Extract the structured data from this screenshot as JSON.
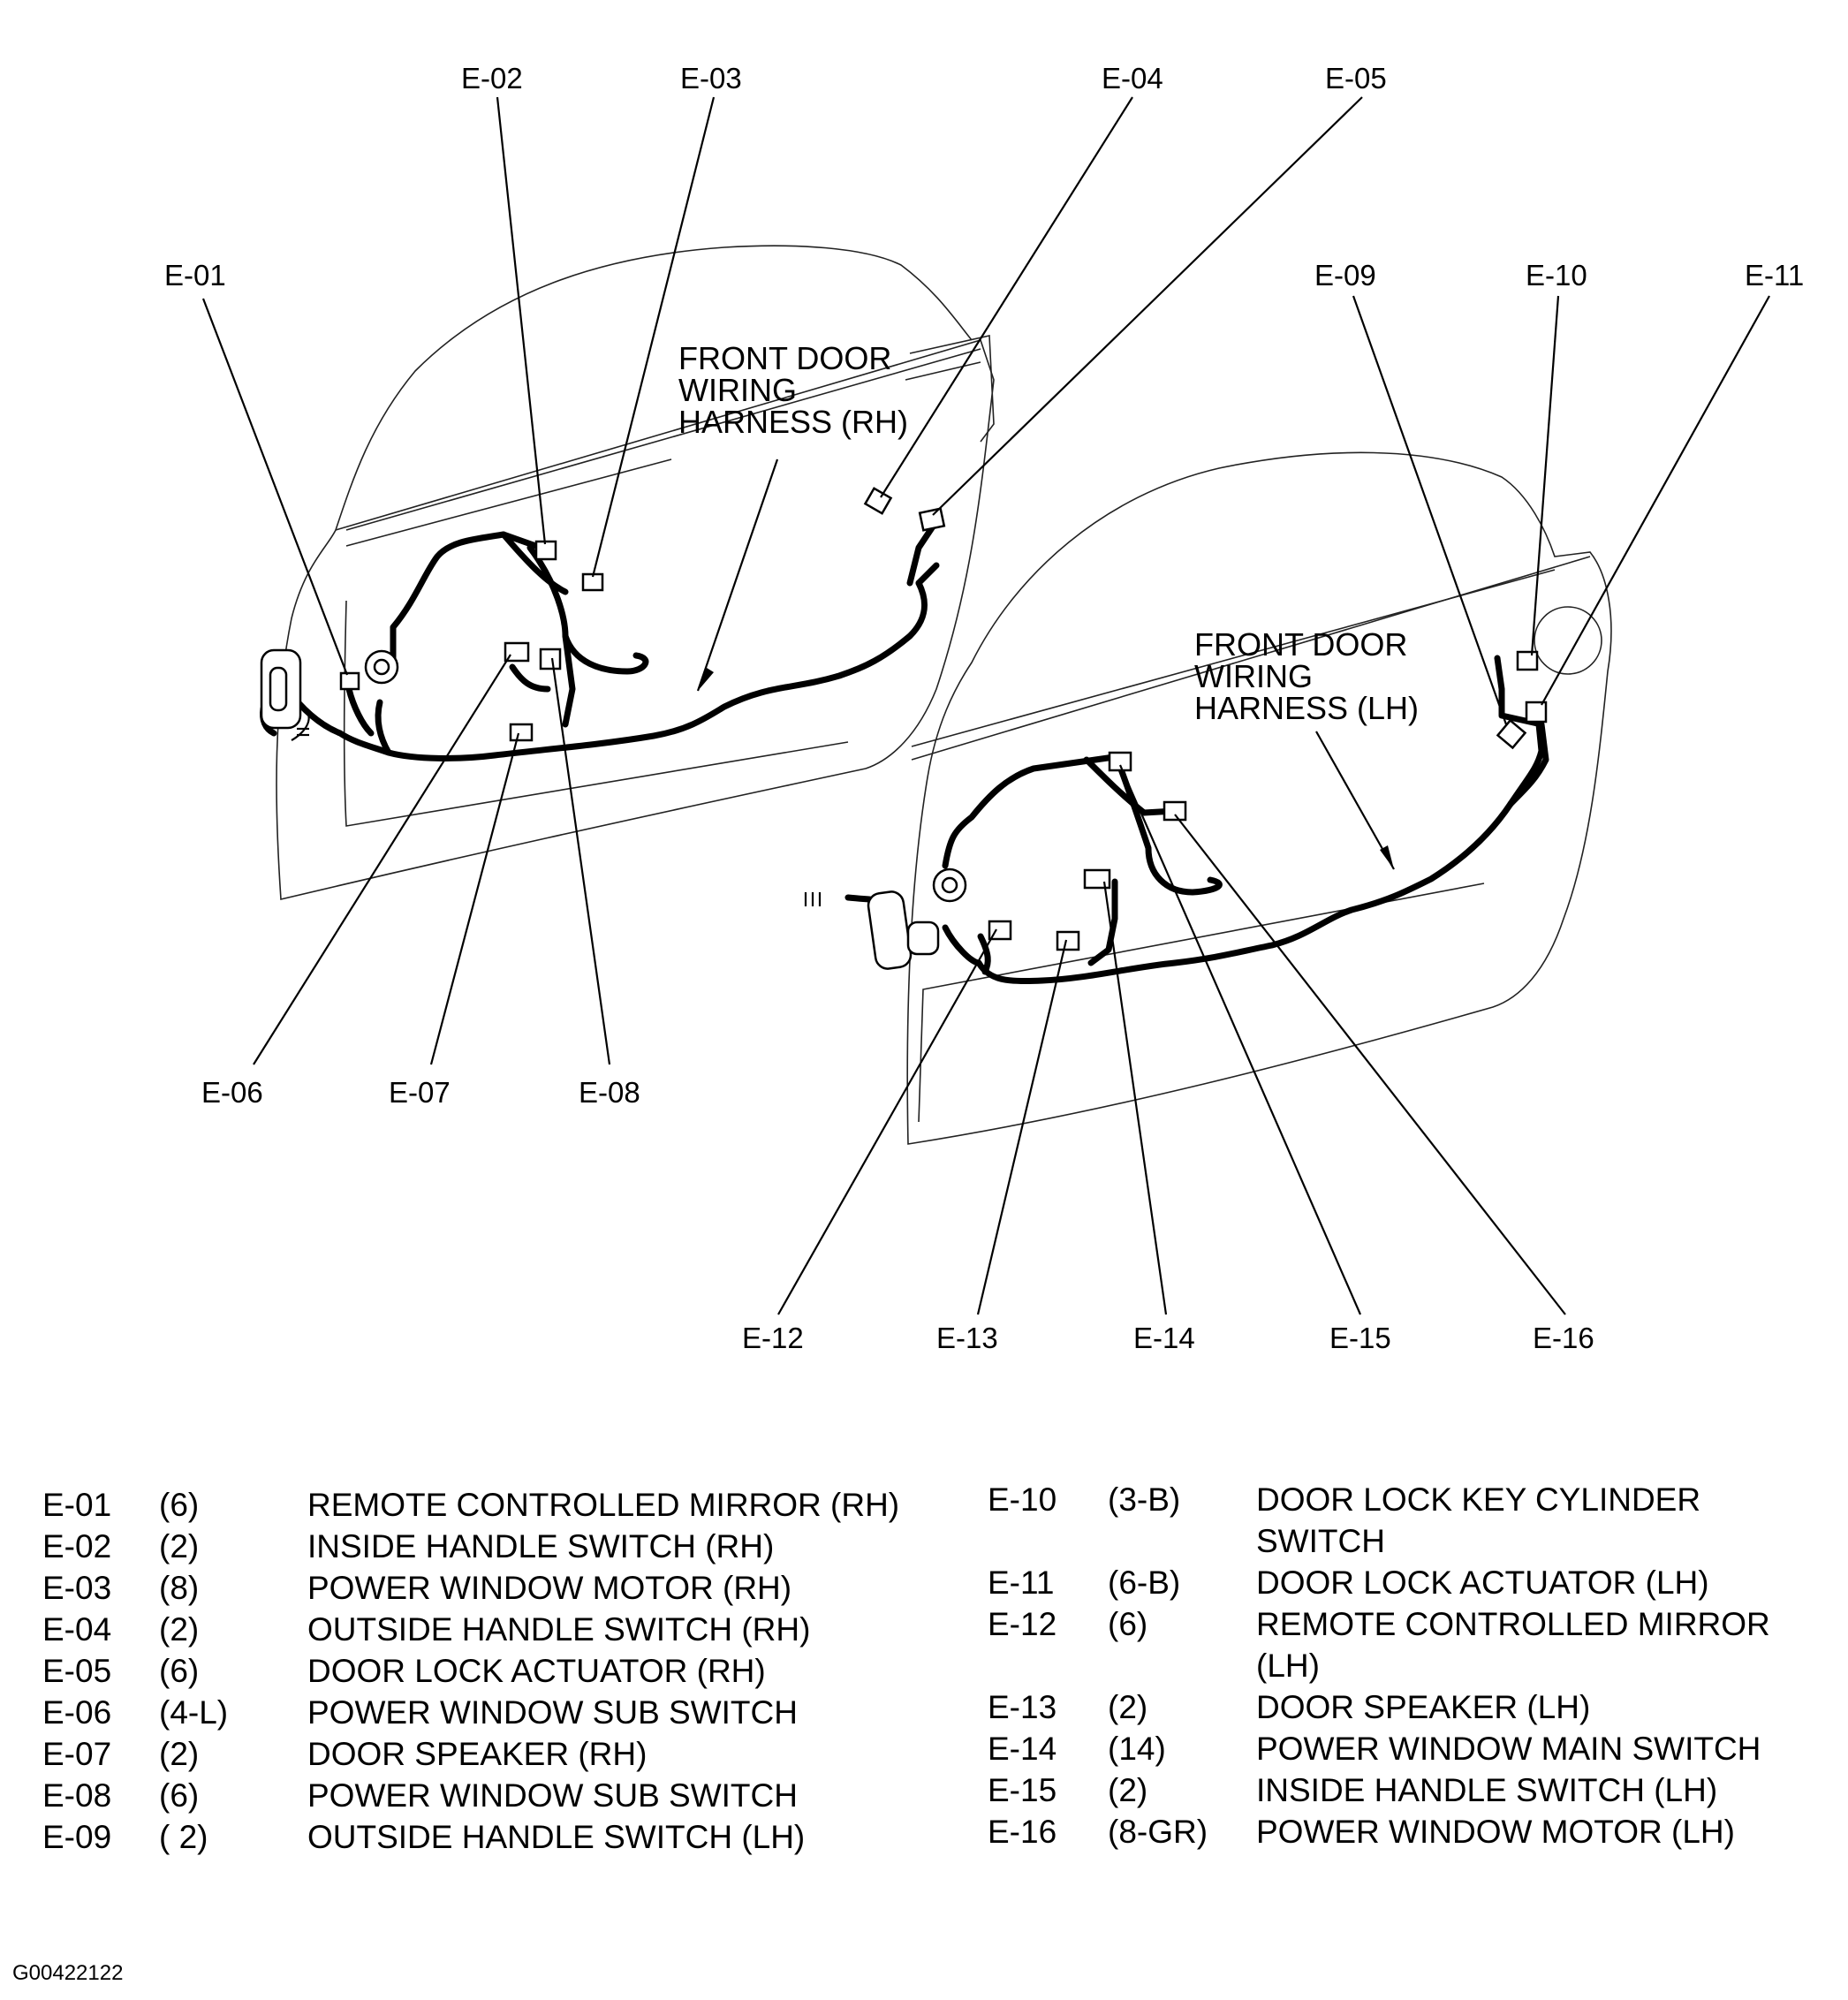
{
  "callouts": {
    "e01": "E-01",
    "e02": "E-02",
    "e03": "E-03",
    "e04": "E-04",
    "e05": "E-05",
    "e06": "E-06",
    "e07": "E-07",
    "e08": "E-08",
    "e09": "E-09",
    "e10": "E-10",
    "e11": "E-11",
    "e12": "E-12",
    "e13": "E-13",
    "e14": "E-14",
    "e15": "E-15",
    "e16": "E-16"
  },
  "harness_rh": [
    "FRONT DOOR",
    "WIRING",
    "HARNESS (RH)"
  ],
  "harness_lh": [
    "FRONT DOOR",
    "WIRING",
    "HARNESS (LH)"
  ],
  "legend_left": [
    {
      "code": "E-01",
      "pins": "(6)",
      "desc": "REMOTE CONTROLLED MIRROR (RH)"
    },
    {
      "code": "E-02",
      "pins": "(2)",
      "desc": "INSIDE HANDLE SWITCH (RH)"
    },
    {
      "code": "E-03",
      "pins": "(8)",
      "desc": "POWER WINDOW MOTOR (RH)"
    },
    {
      "code": "E-04",
      "pins": "(2)",
      "desc": "OUTSIDE HANDLE SWITCH (RH)"
    },
    {
      "code": "E-05",
      "pins": "(6)",
      "desc": "DOOR LOCK ACTUATOR (RH)"
    },
    {
      "code": "E-06",
      "pins": "(4-L)",
      "desc": "POWER WINDOW SUB SWITCH"
    },
    {
      "code": "E-07",
      "pins": "(2)",
      "desc": "DOOR SPEAKER (RH)"
    },
    {
      "code": "E-08",
      "pins": "(6)",
      "desc": "POWER WINDOW SUB SWITCH"
    },
    {
      "code": "E-09",
      "pins": "( 2)",
      "desc": "OUTSIDE HANDLE SWITCH (LH)"
    }
  ],
  "legend_right": [
    {
      "code": "E-10",
      "pins": "(3-B)",
      "desc": "DOOR LOCK KEY CYLINDER SWITCH"
    },
    {
      "code": "E-11",
      "pins": "(6-B)",
      "desc": "DOOR LOCK ACTUATOR (LH)"
    },
    {
      "code": "E-12",
      "pins": "(6)",
      "desc": "REMOTE CONTROLLED MIRROR (LH)"
    },
    {
      "code": "E-13",
      "pins": "(2)",
      "desc": "DOOR SPEAKER (LH)"
    },
    {
      "code": "E-14",
      "pins": "(14)",
      "desc": "POWER WINDOW MAIN SWITCH"
    },
    {
      "code": "E-15",
      "pins": "(2)",
      "desc": "INSIDE HANDLE SWITCH (LH)"
    },
    {
      "code": "E-16",
      "pins": "(8-GR)",
      "desc": "POWER WINDOW MOTOR (LH)"
    }
  ],
  "figure_code": "G00422122"
}
